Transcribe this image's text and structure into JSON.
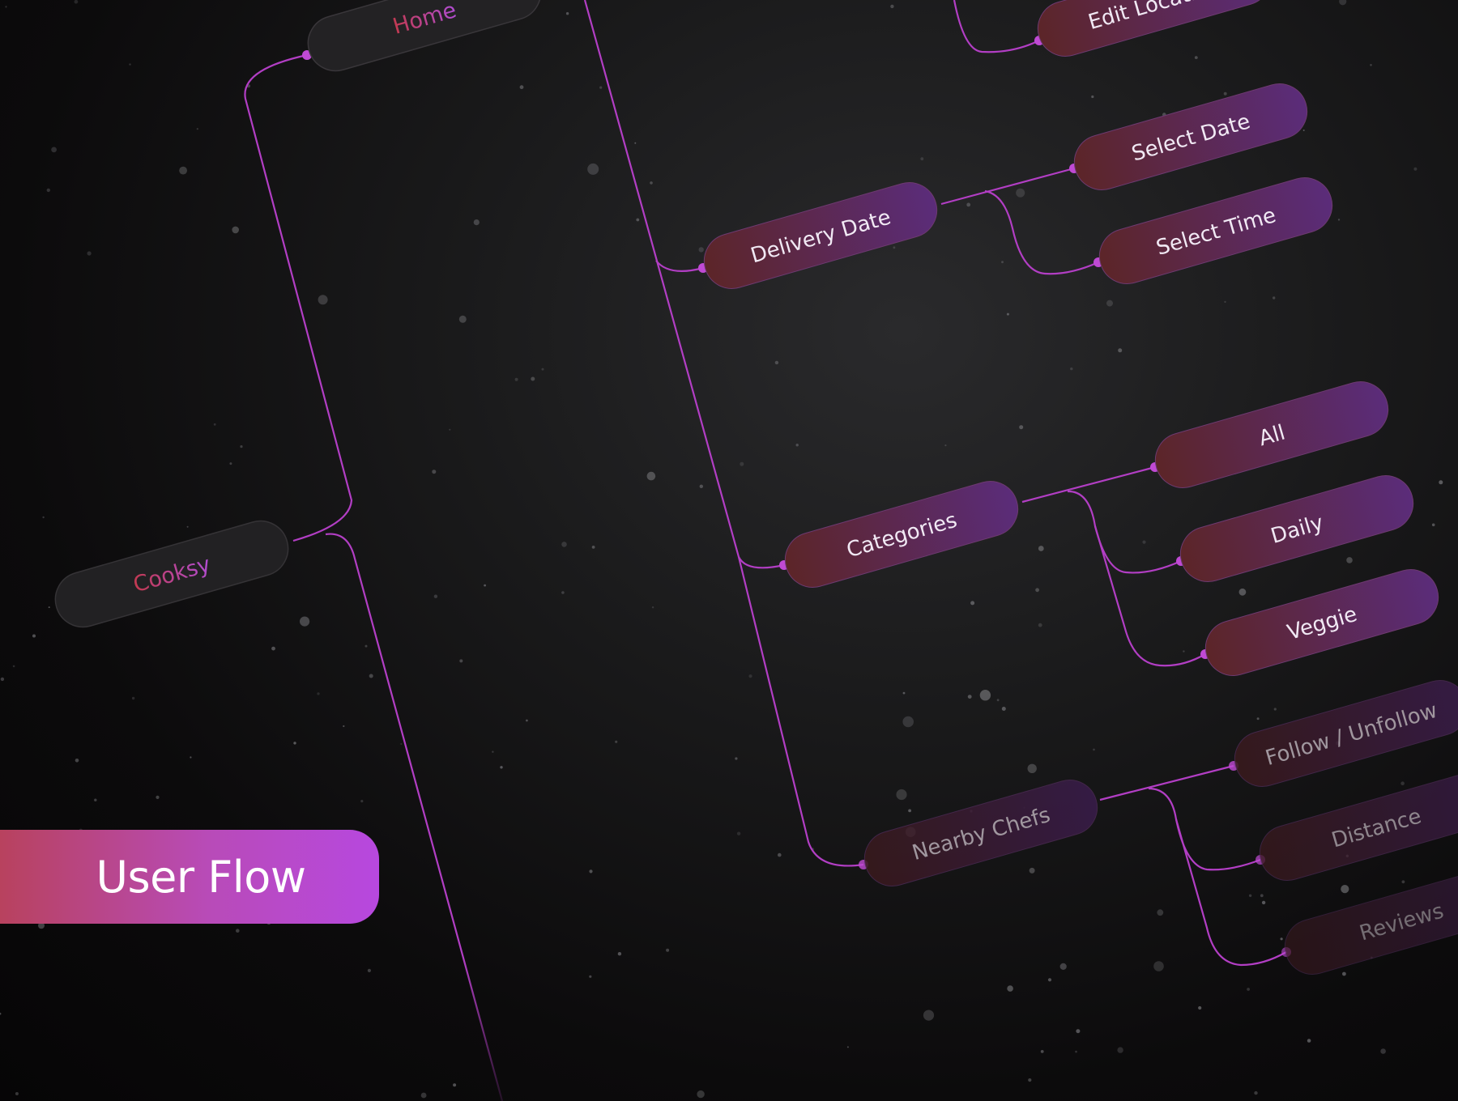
{
  "tag": {
    "label": "User Flow"
  },
  "root": {
    "label": "Cooksy"
  },
  "home": {
    "label": "Home"
  },
  "nodes": {
    "edit_location": "Edit Location",
    "delivery_date": "Delivery Date",
    "select_date": "Select Date",
    "select_time": "Select Time",
    "categories": "Categories",
    "all": "All",
    "daily": "Daily",
    "veggie": "Veggie",
    "nearby_chefs": "Nearby Chefs",
    "follow_unfollow": "Follow / Unfollow",
    "distance": "Distance",
    "reviews": "Reviews"
  },
  "colors": {
    "connector": "#b23ec4",
    "node_fill_start": "#5c2528",
    "node_fill_end": "#5a2c78",
    "root_fill": "#232224",
    "root_text_start": "#c2394f",
    "root_text_end": "#b14dd3",
    "tag_start": "#b8425e",
    "tag_end": "#b748df"
  }
}
